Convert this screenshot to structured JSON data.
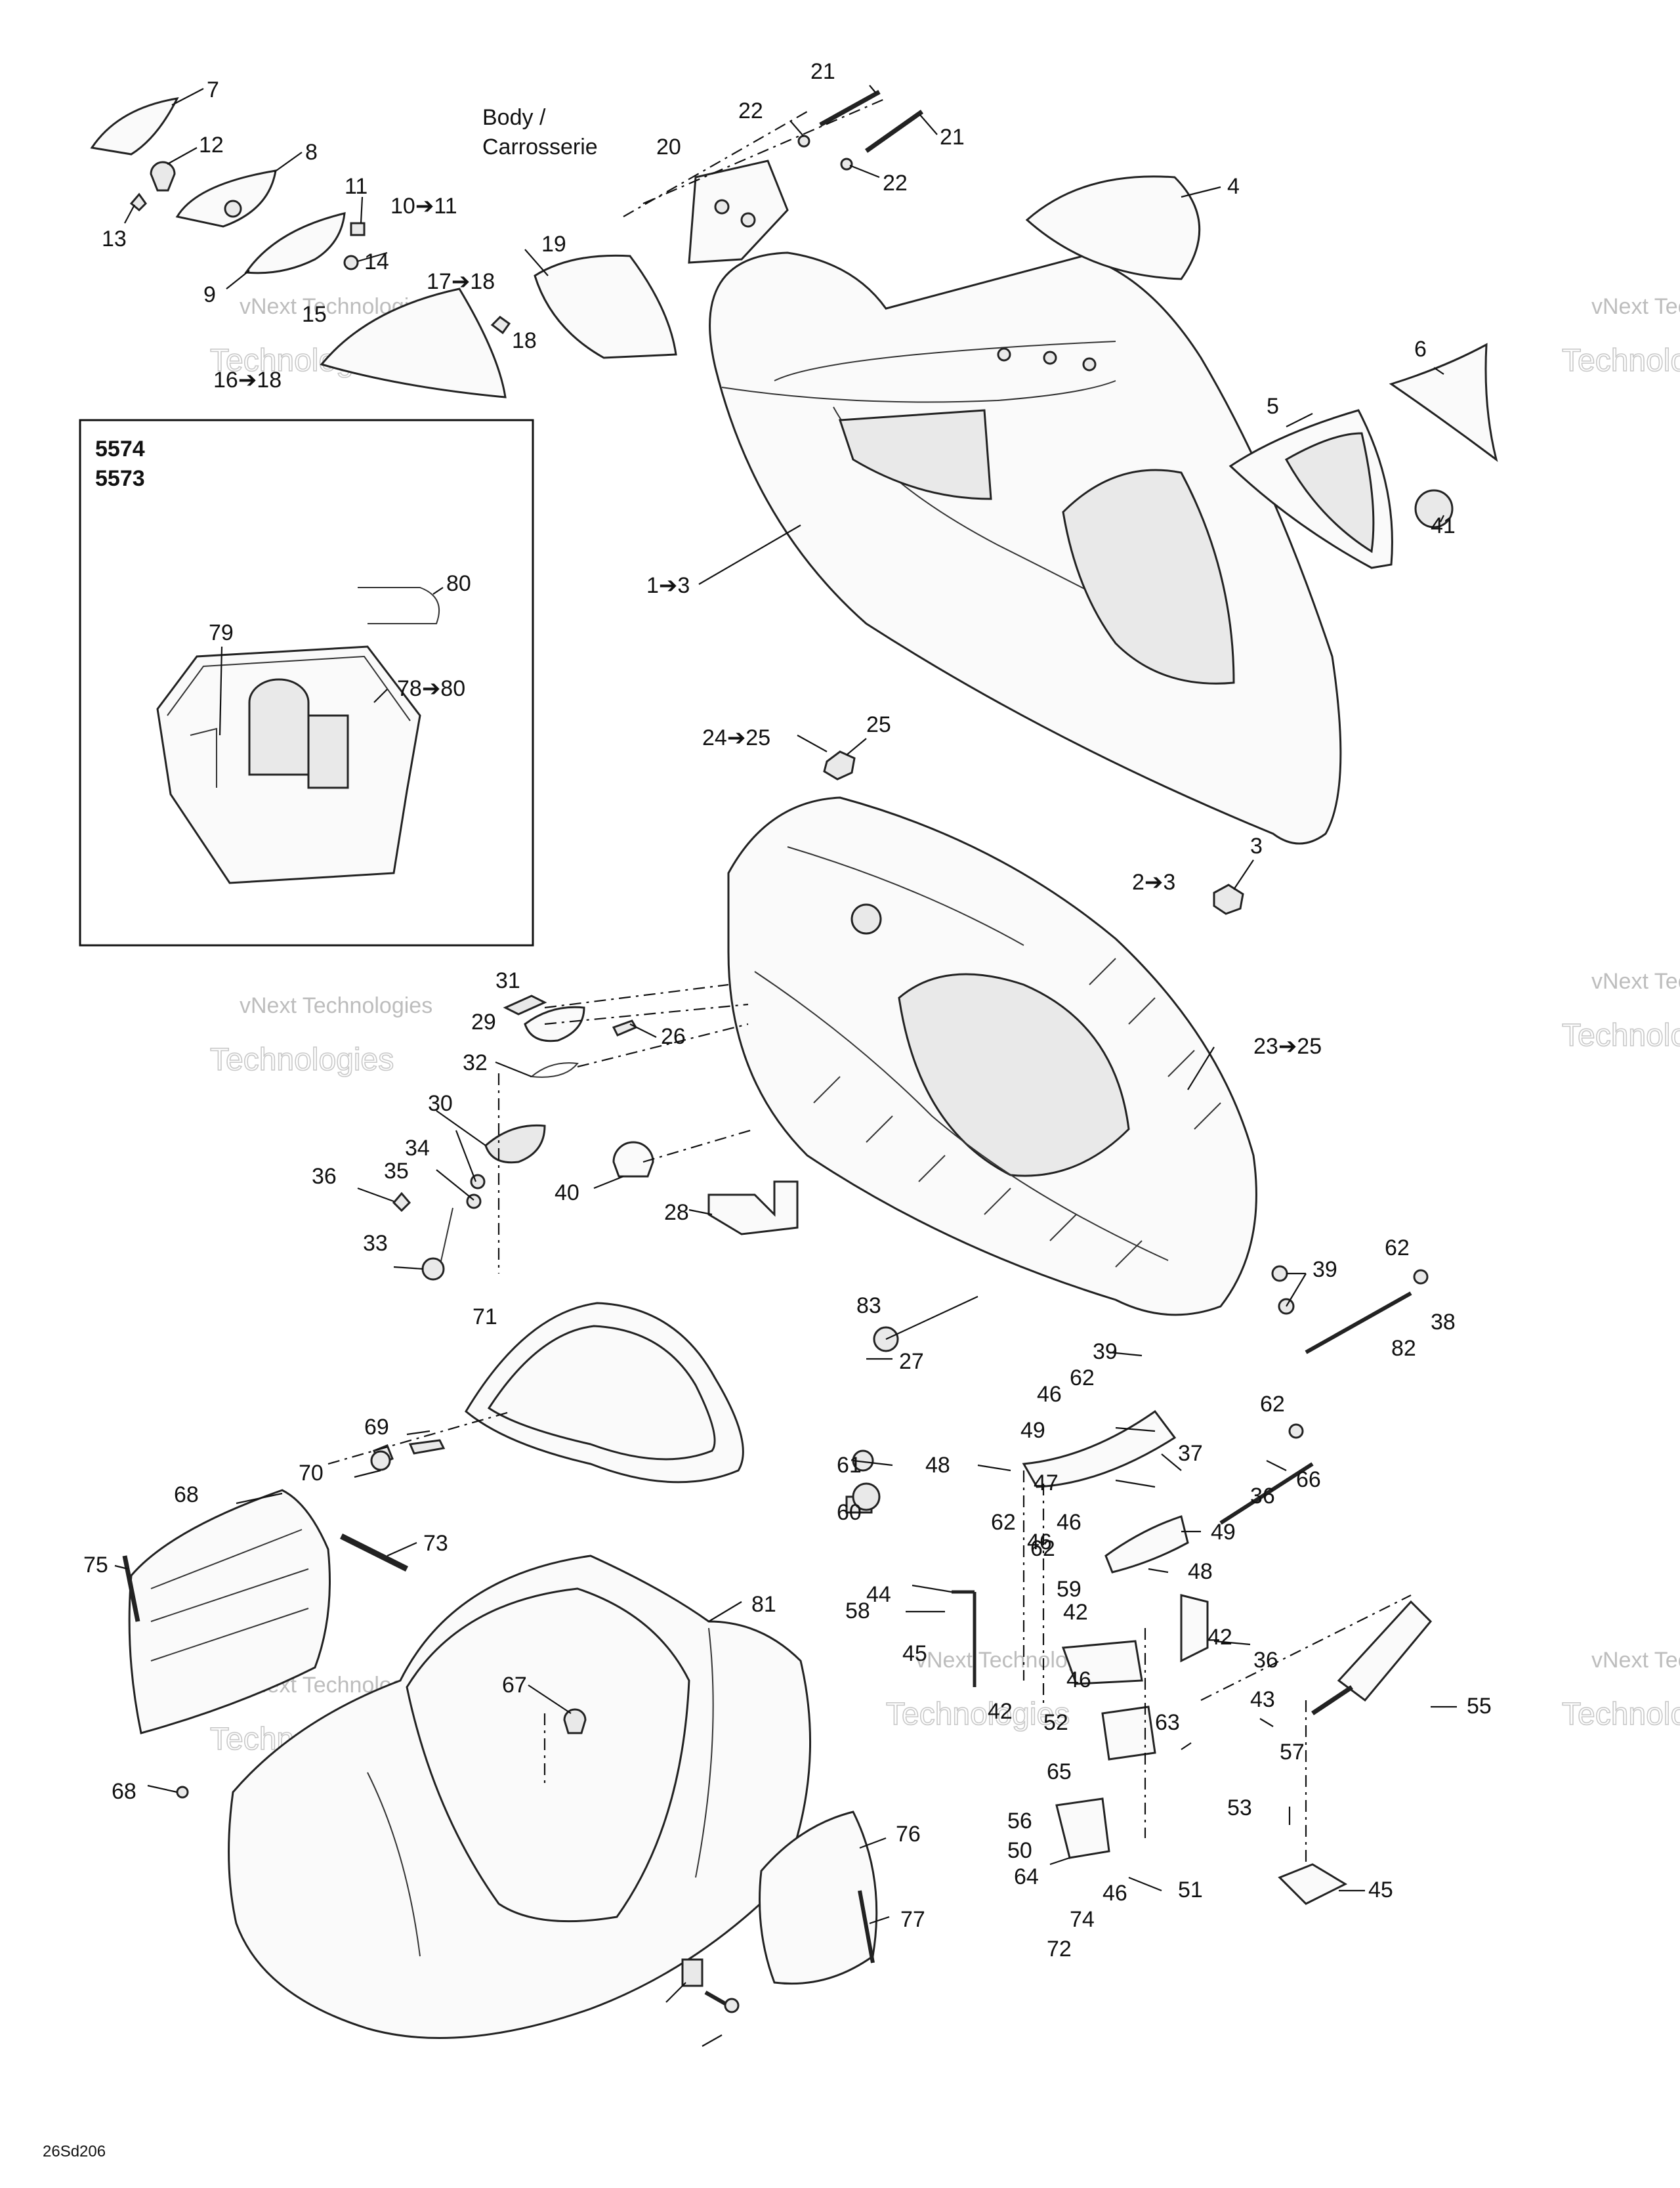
{
  "diagram_code": "26Sd206",
  "watermark": {
    "line1": "vNext Technologies",
    "line2": "Technologies"
  },
  "inset": {
    "models": [
      "5574",
      "5573"
    ]
  },
  "section": {
    "title_line1": "Body /",
    "title_line2": "Carrosserie"
  },
  "callouts": [
    "7",
    "12",
    "8",
    "13",
    "11",
    "10➔11",
    "14",
    "9",
    "15",
    "17➔18",
    "19",
    "18",
    "16➔18",
    "21",
    "22",
    "20",
    "21",
    "22",
    "4",
    "6",
    "5",
    "41",
    "1➔3",
    "80",
    "79",
    "78➔80",
    "24➔25",
    "25",
    "3",
    "2➔3",
    "31",
    "29",
    "26",
    "32",
    "30",
    "34",
    "35",
    "36",
    "33",
    "40",
    "28",
    "23➔25",
    "39",
    "62",
    "38",
    "83",
    "27",
    "82",
    "39",
    "46",
    "62",
    "49",
    "37",
    "62",
    "66",
    "61",
    "48",
    "60",
    "36",
    "62",
    "46",
    "62",
    "47",
    "46",
    "49",
    "48",
    "42",
    "59",
    "44",
    "58",
    "42",
    "45",
    "36",
    "46",
    "43",
    "42",
    "52",
    "63",
    "57",
    "55",
    "65",
    "56",
    "53",
    "50",
    "64",
    "51",
    "45",
    "46",
    "74",
    "72",
    "71",
    "69",
    "70",
    "68",
    "73",
    "75",
    "81",
    "67",
    "68",
    "76",
    "77"
  ]
}
